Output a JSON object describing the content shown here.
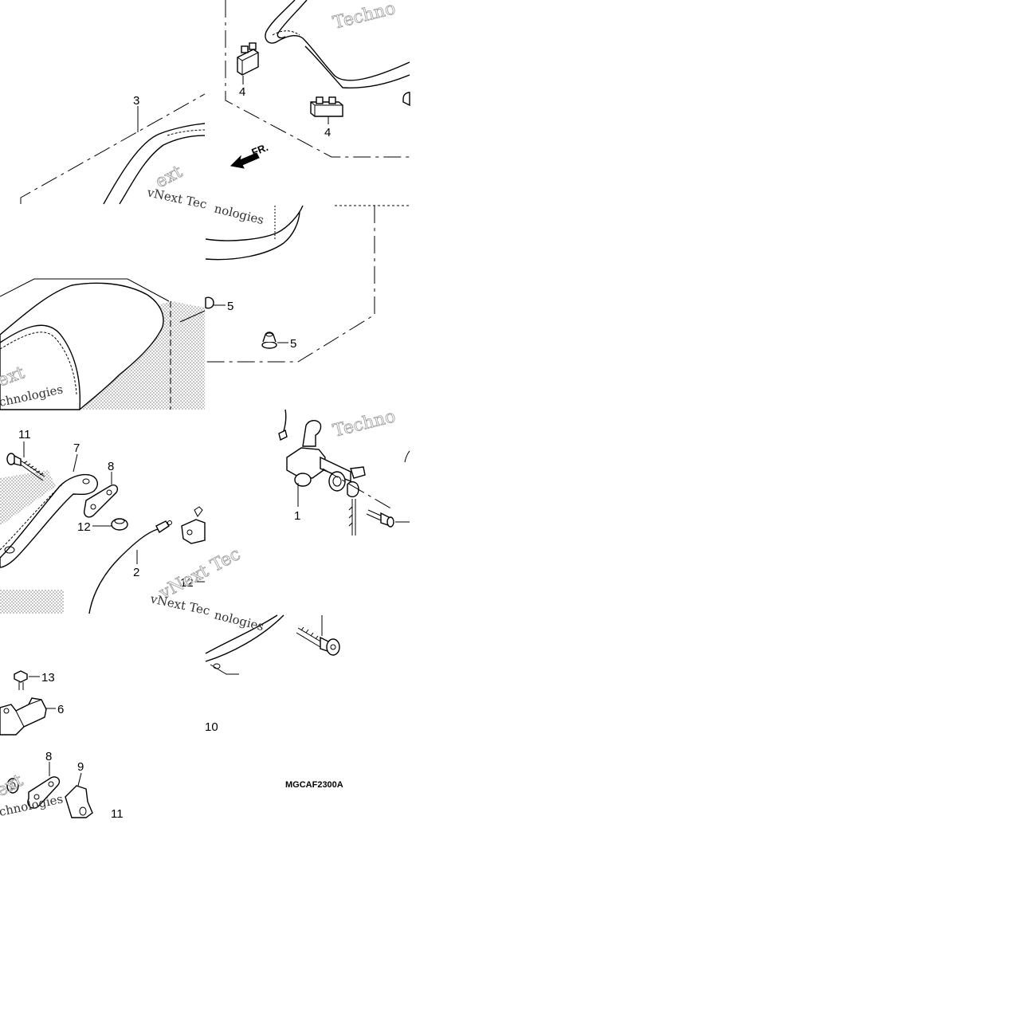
{
  "diagram": {
    "callouts": {
      "c1": "1",
      "c2": "2",
      "c3": "3",
      "c4a": "4",
      "c4b": "4",
      "c5a": "5",
      "c5b": "5",
      "c6": "6",
      "c7": "7",
      "c8a": "8",
      "c8b": "8",
      "c9": "9",
      "c10": "10",
      "c11a": "11",
      "c11b": "11",
      "c12a": "12",
      "c12b": "12",
      "c13": "13"
    },
    "direction_label": "FR.",
    "figure_code": "MGCAF2300A",
    "watermarks": {
      "w1": "Techno",
      "w2": "vNext Tec",
      "w3": "nologies",
      "w4": "Techno",
      "w5": "vNext Tec",
      "w6": "nologies",
      "w7": "chnologies",
      "w8": "ext",
      "w9": "chnologies",
      "w10": "ext"
    }
  }
}
